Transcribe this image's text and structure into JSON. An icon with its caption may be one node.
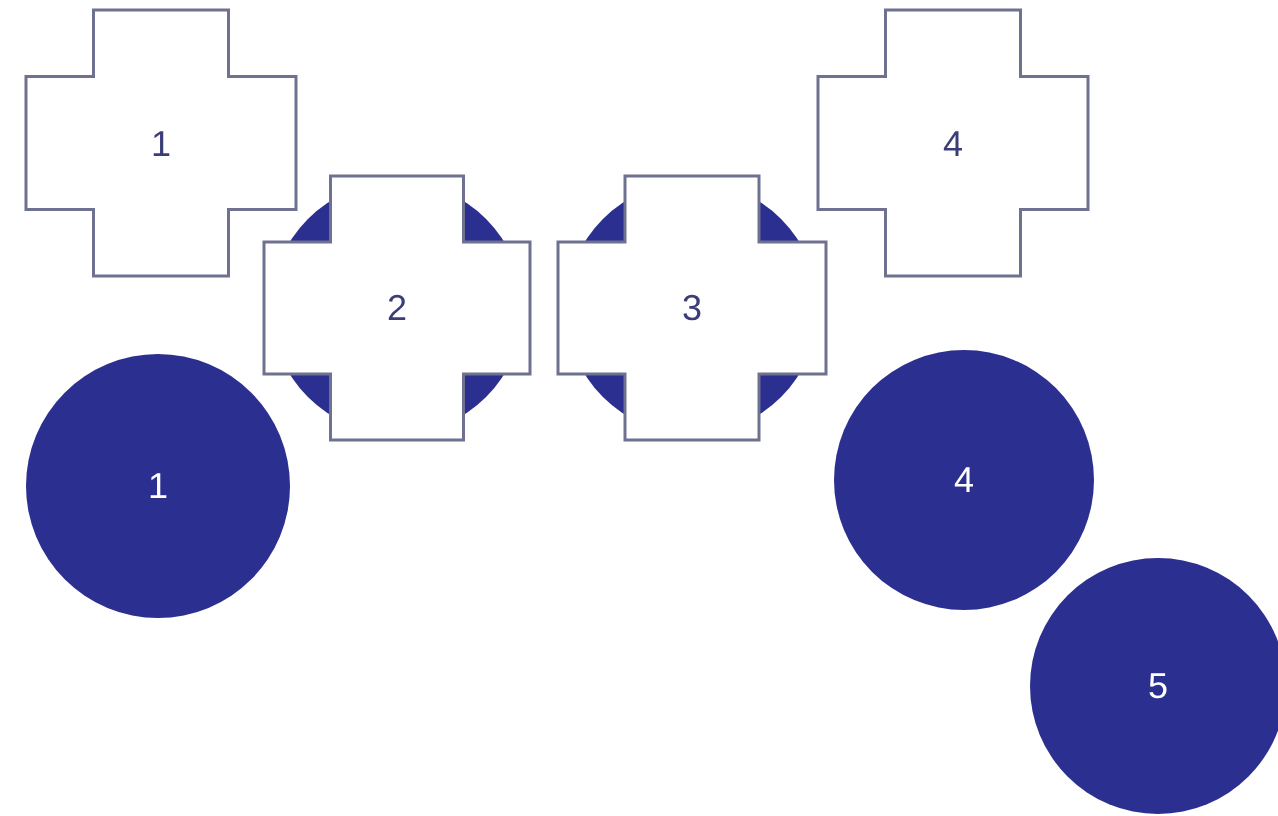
{
  "diagram": {
    "nodes": [
      {
        "text": [
          "1"
        ]
      },
      {
        "text": [
          "2"
        ]
      },
      {
        "text": [
          "3"
        ]
      },
      {
        "text": [
          "4"
        ]
      },
      {
        "text": [
          "1"
        ]
      },
      {
        "text": [
          "4"
        ]
      },
      {
        "text": [
          "5"
        ]
      }
    ]
  }
}
